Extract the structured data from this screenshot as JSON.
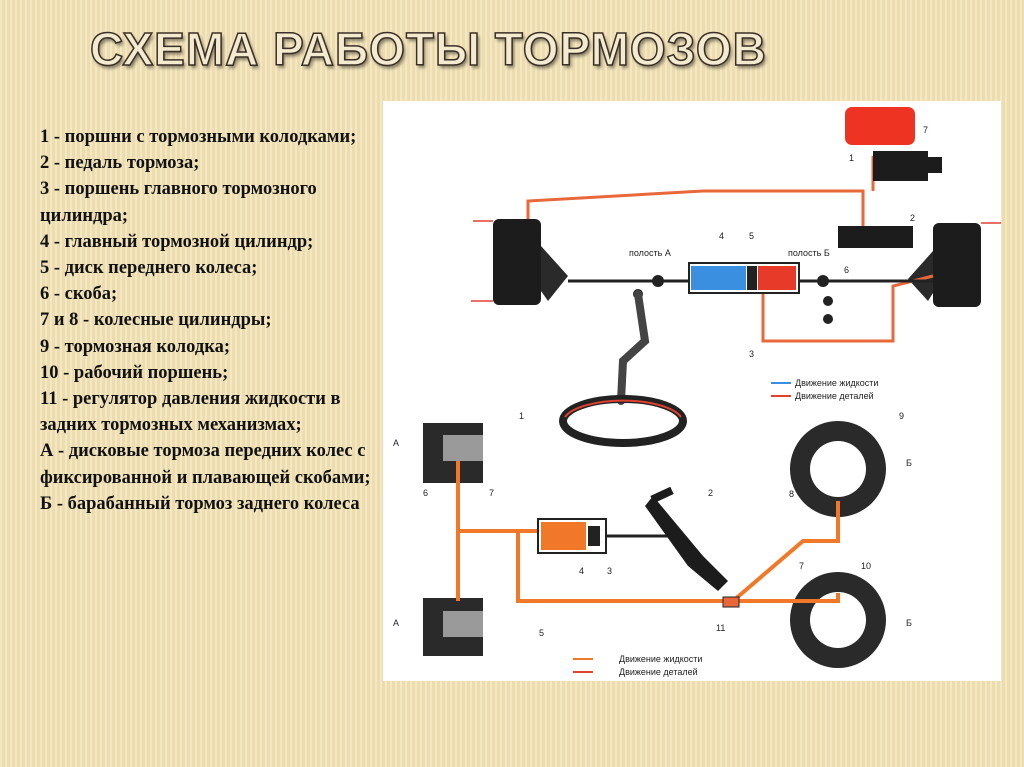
{
  "slide": {
    "title": "СХЕМА РАБОТЫ ТОРМОЗОВ",
    "legend": [
      "1 - поршни с тормозными колодками;",
      "2 - педаль тормоза;",
      "3 - поршень главного тормозного цилиндра;",
      "4 - главный тормозной цилиндр;",
      "5 - диск переднего колеса;",
      "6 - скоба;",
      " 7 и 8 - колесные цилиндры;",
      "9 - тормозная колодка;",
      "10 - рабочий поршень;",
      "11 - регулятор давления жидкости в задних тормозных механизмах;",
      "А - дисковые тормоза передних колес с фиксированной и плавающей скобами;",
      "Б - барабанный тормоз заднего колеса"
    ]
  },
  "diagram": {
    "top": {
      "callouts": [
        "7",
        "1",
        "2",
        "4",
        "5",
        "6",
        "3"
      ],
      "cavity_a": "полость А",
      "cavity_b": "полость Б",
      "legend_fluid": "Движение жидкости",
      "legend_parts": "Движение деталей"
    },
    "bottom": {
      "callouts": [
        "1",
        "2",
        "4",
        "3",
        "6",
        "7",
        "5",
        "11",
        "9",
        "8",
        "7",
        "10"
      ],
      "letter_a": "А",
      "letter_b": "Б",
      "legend_fluid": "Движение жидкости",
      "legend_parts": "Движение деталей"
    },
    "colors": {
      "fluid_line": "#e8683a",
      "reservoir": "#ee3322",
      "chamber_a": "#3a8fe0",
      "chamber_b": "#e83a2a",
      "rear_fluid": "#f07828"
    }
  }
}
